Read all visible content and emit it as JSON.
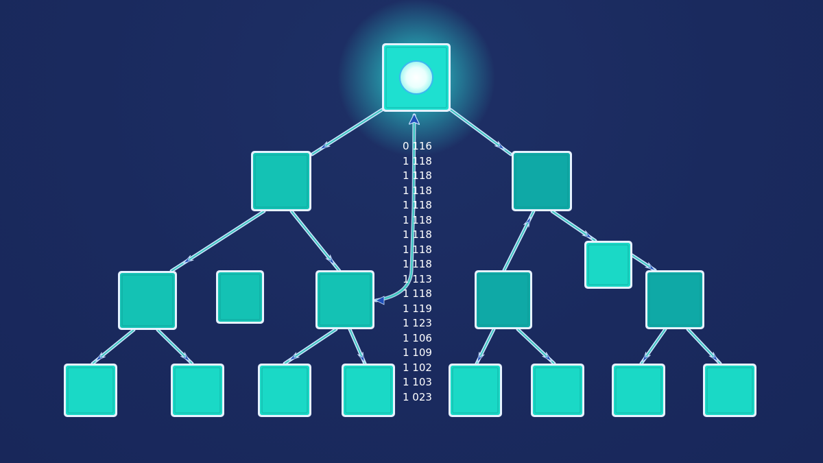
{
  "diagram": {
    "colors": {
      "background": "#1a2a5e",
      "node_fill": "#14c2b4",
      "node_fill_dark": "#0fa9a6",
      "node_fill_bright": "#1ad9c6",
      "node_border": "#e6f2ff",
      "root_glow": "#2ff5e6",
      "edge_light": "#cfe6ff",
      "edge_accent": "#3ec6c0",
      "arrow": "#1f4fb8"
    },
    "nodes": [
      {
        "id": "root",
        "kind": "root"
      },
      {
        "id": "n-left",
        "kind": "normal"
      },
      {
        "id": "n-right",
        "kind": "dark"
      },
      {
        "id": "n-ll",
        "kind": "normal"
      },
      {
        "id": "n-lonely",
        "kind": "normal"
      },
      {
        "id": "n-lr",
        "kind": "normal"
      },
      {
        "id": "n-rl",
        "kind": "dark"
      },
      {
        "id": "n-rsmall",
        "kind": "bright"
      },
      {
        "id": "n-rr",
        "kind": "dark"
      },
      {
        "id": "leaf-1",
        "kind": "bright"
      },
      {
        "id": "leaf-2",
        "kind": "bright"
      },
      {
        "id": "leaf-3",
        "kind": "bright"
      },
      {
        "id": "leaf-4",
        "kind": "bright"
      },
      {
        "id": "leaf-5",
        "kind": "bright"
      },
      {
        "id": "leaf-6",
        "kind": "bright"
      },
      {
        "id": "leaf-7",
        "kind": "bright"
      },
      {
        "id": "leaf-8",
        "kind": "bright"
      }
    ],
    "edges": [
      {
        "from": "root",
        "to": "n-left"
      },
      {
        "from": "root",
        "to": "n-right"
      },
      {
        "from": "n-left",
        "to": "n-ll"
      },
      {
        "from": "n-left",
        "to": "n-lr"
      },
      {
        "from": "n-rl",
        "to": "n-right"
      },
      {
        "from": "n-right",
        "to": "n-rsmall"
      },
      {
        "from": "n-rsmall",
        "to": "n-rr"
      },
      {
        "from": "n-ll",
        "to": "leaf-1"
      },
      {
        "from": "n-ll",
        "to": "leaf-2"
      },
      {
        "from": "n-lr",
        "to": "leaf-3"
      },
      {
        "from": "n-lr",
        "to": "leaf-4"
      },
      {
        "from": "n-rl",
        "to": "leaf-5"
      },
      {
        "from": "n-rl",
        "to": "leaf-6"
      },
      {
        "from": "n-rr",
        "to": "leaf-7"
      },
      {
        "from": "n-rr",
        "to": "leaf-8"
      },
      {
        "from": "n-lr",
        "to": "root",
        "kind": "return"
      }
    ],
    "number_column": [
      "0 116",
      "1 118",
      "1 118",
      "1 118",
      "1 118",
      "1 118",
      "1 118",
      "1 118",
      "1 118",
      "1 113",
      "1 118",
      "1 119",
      "1 123",
      "1 106",
      "1 109",
      "1 102",
      "1 103",
      "1 023"
    ]
  }
}
